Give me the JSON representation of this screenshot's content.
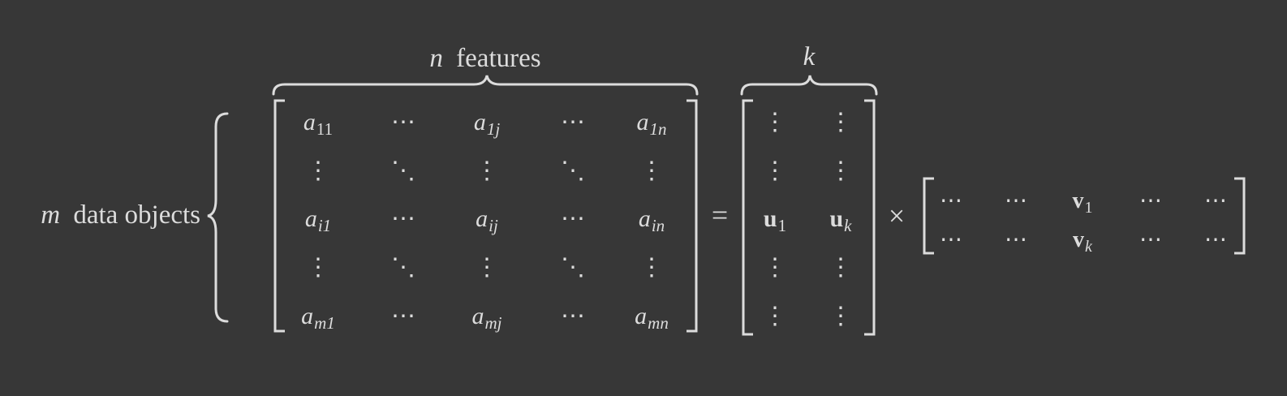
{
  "colors": {
    "background": "#373737",
    "foreground": "#dcdcdc"
  },
  "labels": {
    "row_label_var": "m",
    "row_label_text": "data objects",
    "col_label_var": "n",
    "col_label_text": "features",
    "k_label": "k"
  },
  "operators": {
    "equals": "=",
    "times": "×"
  },
  "glyphs": {
    "hdots": "⋯",
    "vdots": "⋮",
    "ddots": "⋱"
  },
  "matrix_A": {
    "rows": [
      [
        {
          "b": "a",
          "s": "11"
        },
        {
          "g": "hdots"
        },
        {
          "b": "a",
          "s": "1j"
        },
        {
          "g": "hdots"
        },
        {
          "b": "a",
          "s": "1n"
        }
      ],
      [
        {
          "g": "vdots"
        },
        {
          "g": "ddots"
        },
        {
          "g": "vdots"
        },
        {
          "g": "ddots"
        },
        {
          "g": "vdots"
        }
      ],
      [
        {
          "b": "a",
          "s": "i1"
        },
        {
          "g": "hdots"
        },
        {
          "b": "a",
          "s": "ij"
        },
        {
          "g": "hdots"
        },
        {
          "b": "a",
          "s": "in"
        }
      ],
      [
        {
          "g": "vdots"
        },
        {
          "g": "ddots"
        },
        {
          "g": "vdots"
        },
        {
          "g": "ddots"
        },
        {
          "g": "vdots"
        }
      ],
      [
        {
          "b": "a",
          "s": "m1"
        },
        {
          "g": "hdots"
        },
        {
          "b": "a",
          "s": "mj"
        },
        {
          "g": "hdots"
        },
        {
          "b": "a",
          "s": "mn"
        }
      ]
    ]
  },
  "matrix_U": {
    "rows": [
      [
        {
          "g": "vdots"
        },
        {
          "g": "vdots"
        }
      ],
      [
        {
          "g": "vdots"
        },
        {
          "g": "vdots"
        }
      ],
      [
        {
          "b": "u",
          "s": "1",
          "bold": true
        },
        {
          "b": "u",
          "s": "k",
          "bold": true
        }
      ],
      [
        {
          "g": "vdots"
        },
        {
          "g": "vdots"
        }
      ],
      [
        {
          "g": "vdots"
        },
        {
          "g": "vdots"
        }
      ]
    ]
  },
  "matrix_V": {
    "rows": [
      [
        {
          "g": "hdots"
        },
        {
          "g": "hdots"
        },
        {
          "b": "v",
          "s": "1",
          "bold": true
        },
        {
          "g": "hdots"
        },
        {
          "g": "hdots"
        }
      ],
      [
        {
          "g": "hdots"
        },
        {
          "g": "hdots"
        },
        {
          "b": "v",
          "s": "k",
          "bold": true
        },
        {
          "g": "hdots"
        },
        {
          "g": "hdots"
        }
      ]
    ]
  }
}
